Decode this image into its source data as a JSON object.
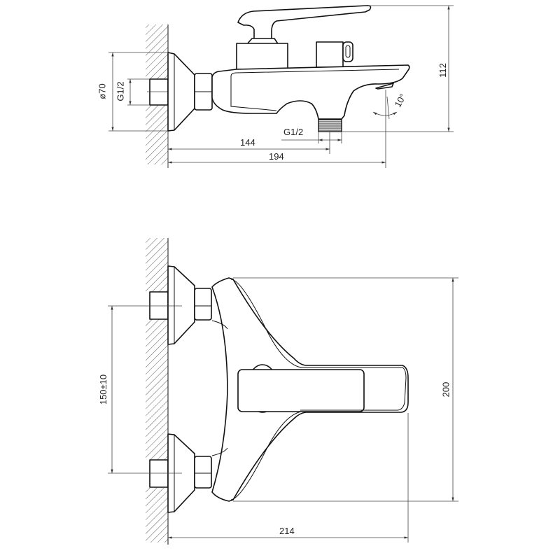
{
  "side_view": {
    "dim_escutcheon_diameter": "ø70",
    "dim_inlet_thread": "G1/2",
    "dim_outlet_thread": "G1/2",
    "dim_outlet_offset": "144",
    "dim_spout_length": "194",
    "dim_height": "112",
    "dim_spout_angle": "10°"
  },
  "top_view": {
    "dim_inlet_spacing": "150±10",
    "dim_body_width": "200",
    "dim_total_depth": "214"
  }
}
